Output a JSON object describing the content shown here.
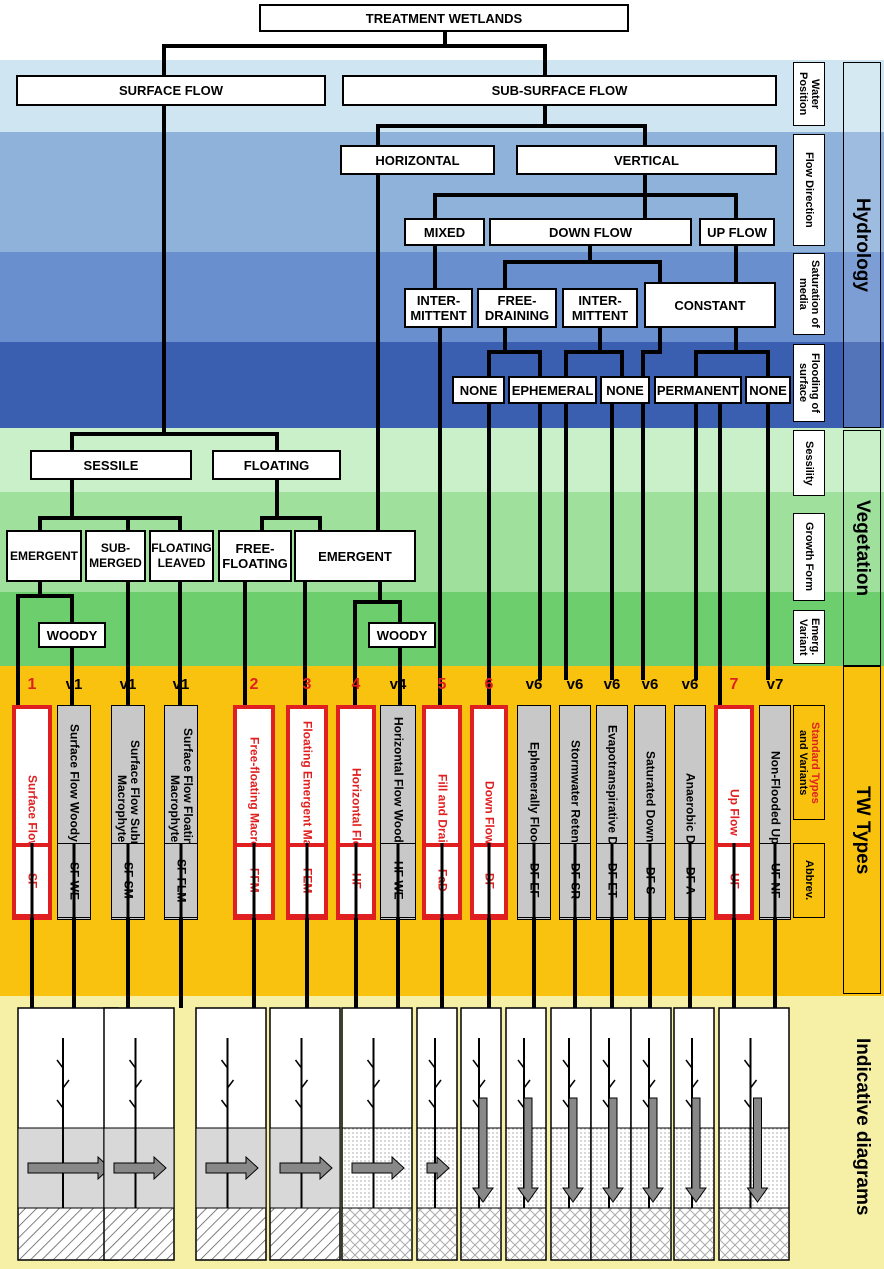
{
  "title": "TREATMENT WETLANDS",
  "water_position": {
    "surface": "SURFACE FLOW",
    "subsurface": "SUB-SURFACE FLOW"
  },
  "flow_direction": {
    "horizontal": "HORIZONTAL",
    "vertical": "VERTICAL"
  },
  "vertical_kind": {
    "mixed": "MIXED",
    "down": "DOWN FLOW",
    "up": "UP FLOW"
  },
  "saturation": {
    "intermittent_a": "INTER-\nMITTENT",
    "free_draining": "FREE-\nDRAINING",
    "intermittent_b": "INTER-\nMITTENT",
    "constant": "CONSTANT"
  },
  "flooding": {
    "none_a": "NONE",
    "ephemeral": "EPHEMERAL",
    "none_b": "NONE",
    "permanent": "PERMANENT",
    "none_c": "NONE"
  },
  "sessility": {
    "sessile": "SESSILE",
    "floating": "FLOATING"
  },
  "growth_form": {
    "emergent_a": "EMERGENT",
    "submerged": "SUB-\nMERGED",
    "floating_leaved": "FLOATING\nLEAVED",
    "free_floating": "FREE-\nFLOATING",
    "emergent_b": "EMERGENT"
  },
  "variant": {
    "woody_a": "WOODY",
    "woody_b": "WOODY"
  },
  "side_labels": {
    "water_position": "Water Position",
    "flow_direction": "Flow Direction",
    "saturation": "Saturation of media",
    "flooding": "Flooding of surface",
    "sessility": "Sessility",
    "growth_form": "Growth Form",
    "emerg_variant": "Emerg. Variant",
    "standard_types": "Standard Types",
    "and_variants": "and Variants",
    "abbrev": "Abbrev."
  },
  "group_labels": {
    "hydrology": "Hydrology",
    "vegetation": "Vegetation",
    "tw_types": "TW Types",
    "indicative": "Indicative diagrams"
  },
  "types": [
    {
      "num": "1",
      "name": "Surface Flow",
      "abbr": "SF",
      "standard": true
    },
    {
      "num": "v1",
      "name": "Surface Flow Woody Emergent",
      "abbr": "SF WE",
      "standard": false
    },
    {
      "num": "v1",
      "name": "Surface Flow Submerged Macrophytes",
      "abbr": "SF SM",
      "standard": false
    },
    {
      "num": "v1",
      "name": "Surface Flow Floating Leaved Macrophytes",
      "abbr": "SF FLM",
      "standard": false
    },
    {
      "num": "2",
      "name": "Free-floating Macrophytes",
      "abbr": "FFM",
      "standard": true
    },
    {
      "num": "3",
      "name": "Floating Emergent Macrophytes",
      "abbr": "FEM",
      "standard": true
    },
    {
      "num": "4",
      "name": "Horizontal Flow",
      "abbr": "HF",
      "standard": true
    },
    {
      "num": "v4",
      "name": "Horizontal Flow Woody Emergent",
      "abbr": "HF WE",
      "standard": false
    },
    {
      "num": "5",
      "name": "Fill and Drain",
      "abbr": "FaD",
      "standard": true
    },
    {
      "num": "6",
      "name": "Down Flow",
      "abbr": "DF",
      "standard": true
    },
    {
      "num": "v6",
      "name": "Ephemerally Flooded DF",
      "abbr": "DF EF",
      "standard": false
    },
    {
      "num": "v6",
      "name": "Stormwater Retention DF",
      "abbr": "DF SR",
      "standard": false
    },
    {
      "num": "v6",
      "name": "Evapotranspirative Down Flow",
      "abbr": "DF ET",
      "standard": false
    },
    {
      "num": "v6",
      "name": "Saturated Down Flow",
      "abbr": "DF S",
      "standard": false
    },
    {
      "num": "v6",
      "name": "Anaerobic DF",
      "abbr": "DF A",
      "standard": false
    },
    {
      "num": "7",
      "name": "Up Flow",
      "abbr": "UF",
      "standard": true
    },
    {
      "num": "v7",
      "name": "Non-Flooded Up Flow",
      "abbr": "UF NF",
      "standard": false
    }
  ],
  "colors": {
    "standard_red": "#e02020",
    "variant_grey": "#c8c8c8",
    "tw_band": "#f9c20f",
    "diagram_band": "#f5f0a6"
  }
}
